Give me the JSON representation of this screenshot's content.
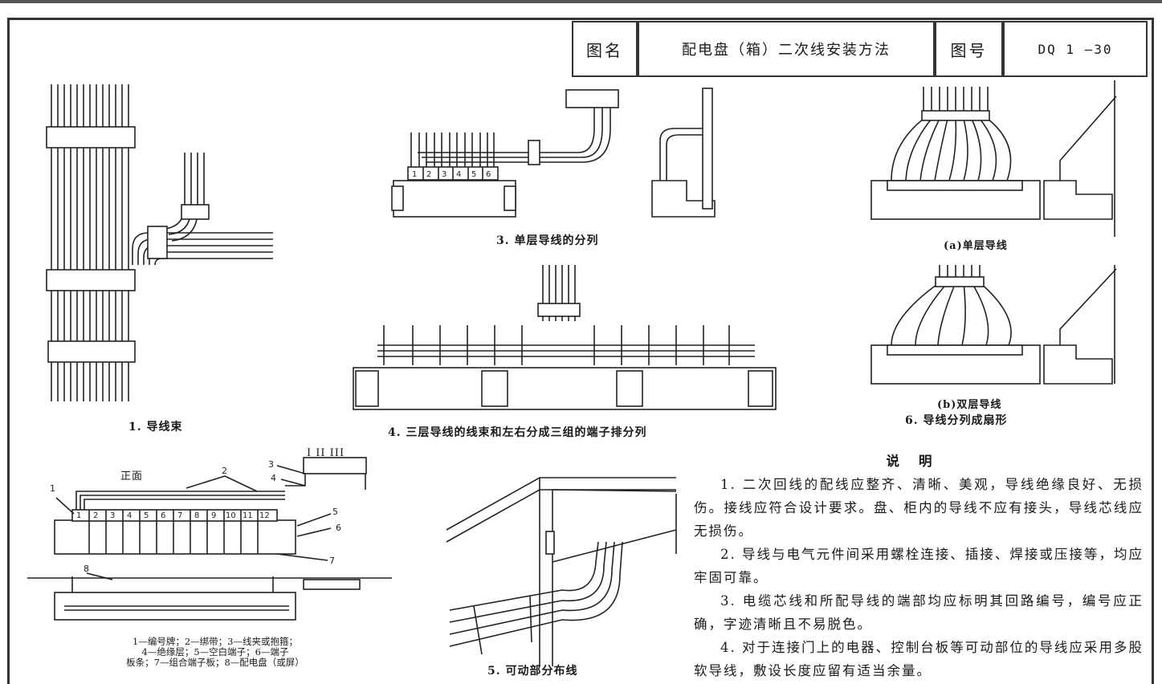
{
  "title_block": {
    "name_label": "图名",
    "name_value": "配电盘（箱）二次线安装方法",
    "number_label": "图号",
    "number_value": "DQ 1 —30"
  },
  "figures": {
    "fig1": "1. 导线束",
    "fig3": "3. 单层导线的分列",
    "fig4": "4. 三层导线的线束和左右分成三组的端子排分列",
    "fig5": "5. 可动部分布线",
    "fig6a": "(a)单层导线",
    "fig6b": "(b)双层导线",
    "fig6": "6. 导线分列成扇形",
    "fig2_front": "正面",
    "fig2_roman": "I  II  III"
  },
  "legend": {
    "line1": "1—编号牌；2—绑带；3—线夹或抱箍；",
    "line2": "4—绝缘层；5—空白端子；6—端子",
    "line3": "板条；7—组合端子板；8—配电盘（或屏）"
  },
  "notes": {
    "heading": "说明",
    "items": [
      "1. 二次回线的配线应整齐、清晰、美观，导线绝缘良好、无损伤。接线应符合设计要求。盘、柜内的导线不应有接头，导线芯线应无损伤。",
      "2. 导线与电气元件间采用螺栓连接、插接、焊接或压接等，均应牢固可靠。",
      "3. 电缆芯线和所配导线的端部均应标明其回路编号，编号应正确，字迹清晰且不易脱色。",
      "4. 对于连接门上的电器、控制台板等可动部位的导线应采用多股软导线，敷设长度应留有适当余量。"
    ]
  },
  "terminal_numbers": [
    "1",
    "2",
    "3",
    "4",
    "5",
    "6",
    "7",
    "8",
    "9",
    "10",
    "11",
    "12"
  ],
  "callouts": [
    "1",
    "2",
    "3",
    "4",
    "5",
    "6",
    "7",
    "8"
  ]
}
